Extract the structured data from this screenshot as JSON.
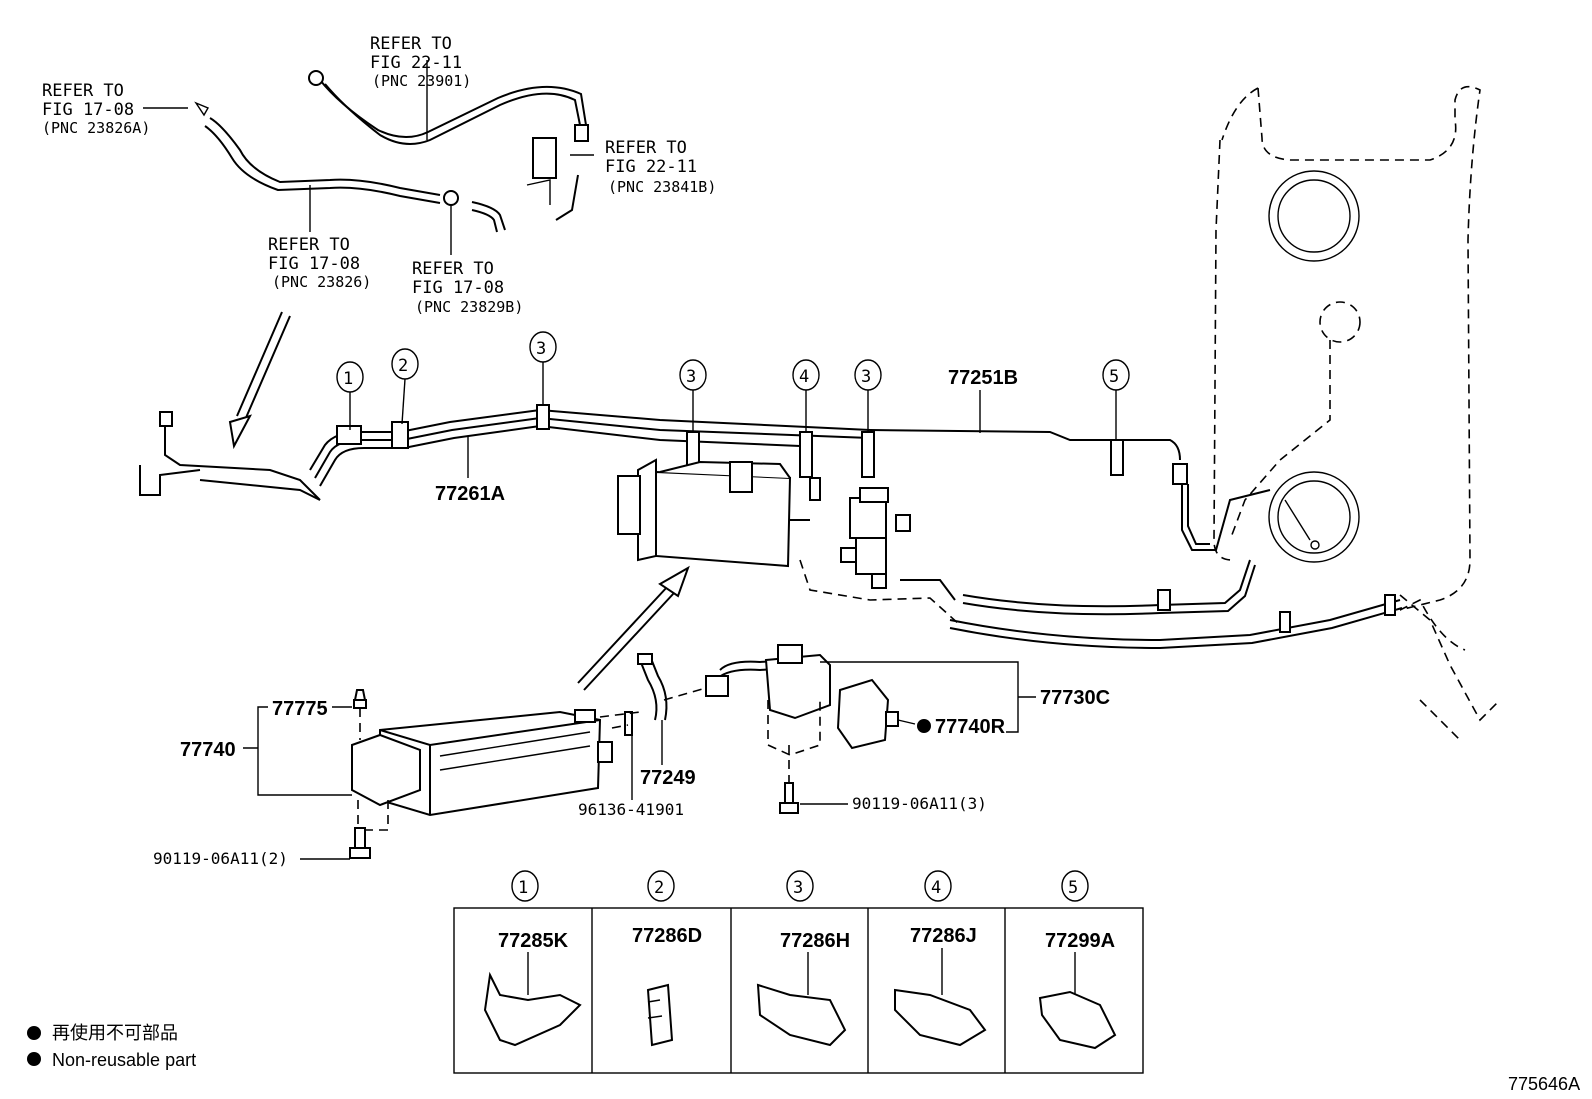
{
  "references": {
    "ref1": {
      "line1": "REFER TO",
      "line2": "FIG 17-08",
      "line3": "(PNC 23826A)"
    },
    "ref2": {
      "line1": "REFER TO",
      "line2": "FIG 22-11",
      "line3": "(PNC 23901)"
    },
    "ref3": {
      "line1": "REFER TO",
      "line2": "FIG 22-11",
      "line3": "(PNC 23841B)"
    },
    "ref4": {
      "line1": "REFER TO",
      "line2": "FIG 17-08",
      "line3": "(PNC 23826)"
    },
    "ref5": {
      "line1": "REFER TO",
      "line2": "FIG 17-08",
      "line3": "(PNC 23829B)"
    }
  },
  "callouts": {
    "c1": "1",
    "c2": "2",
    "c3a": "3",
    "c3b": "3",
    "c4": "4",
    "c3c": "3",
    "c5": "5"
  },
  "parts": {
    "p77261A": "77261A",
    "p77251B": "77251B",
    "p77730C": "77730C",
    "p77740R": "77740R",
    "p77775": "77775",
    "p77740": "77740",
    "p77249": "77249",
    "p9613641901": "96136-41901",
    "p9011906A11_3": "90119-06A11(3)",
    "p9011906A11_2": "90119-06A11(2)"
  },
  "clamp_table": [
    {
      "num": "1",
      "part": "77285K"
    },
    {
      "num": "2",
      "part": "77286D"
    },
    {
      "num": "3",
      "part": "77286H"
    },
    {
      "num": "4",
      "part": "77286J"
    },
    {
      "num": "5",
      "part": "77299A"
    }
  ],
  "legend": {
    "symbol": "●",
    "jp": "再使用不可部品",
    "en": "Non-reusable part"
  },
  "figure_id": "775646A"
}
